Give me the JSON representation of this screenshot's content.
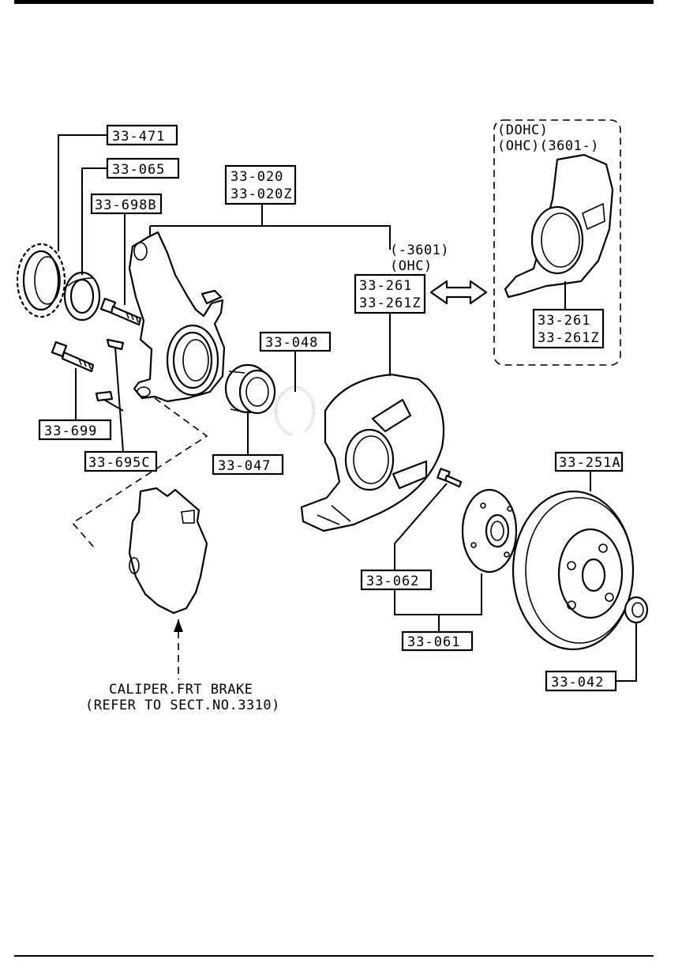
{
  "labels": {
    "p33_471": "33-471",
    "p33_065": "33-065",
    "p33_698b": "33-698B",
    "p33_020": "33-020",
    "p33_020z": "33-020Z",
    "p33_261_a": "33-261",
    "p33_261z_a": "33-261Z",
    "p33_261_b": "33-261",
    "p33_261z_b": "33-261Z",
    "p33_048": "33-048",
    "p33_699": "33-699",
    "p33_695c": "33-695C",
    "p33_047": "33-047",
    "p33_251a": "33-251A",
    "p33_062": "33-062",
    "p33_061": "33-061",
    "p33_042": "33-042"
  },
  "notes": {
    "serial_range": "(-3601)",
    "ohc": "(OHC)",
    "dohc": "(DOHC)",
    "ohc_3601": "(OHC)(3601-)",
    "caliper_line1": "CALIPER.FRT BRAKE",
    "caliper_line2": "(REFER TO SECT.NO.3310)"
  }
}
